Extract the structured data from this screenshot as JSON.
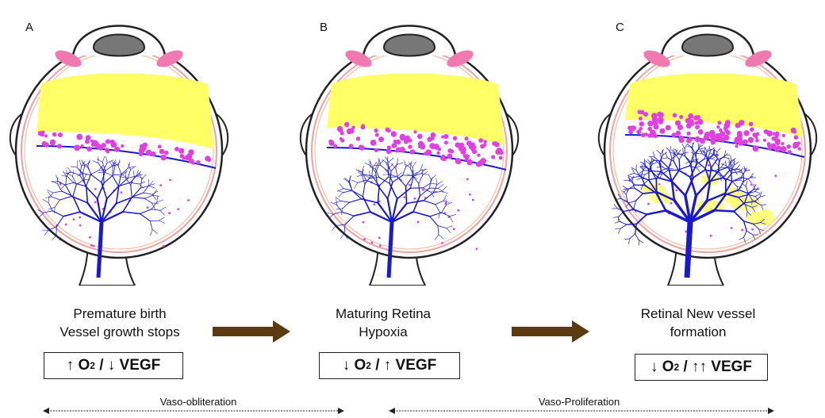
{
  "panels": [
    {
      "letter": "A",
      "caption_line1": "Premature birth",
      "caption_line2": "Vessel growth stops",
      "formula": {
        "o2_arrow": "↑",
        "o2": "O",
        "o2_sub": "2",
        "sep": " / ",
        "vegf_arrow": "↓",
        "vegf": " VEGF"
      }
    },
    {
      "letter": "B",
      "caption_line1": "Maturing Retina",
      "caption_line2": "Hypoxia",
      "formula": {
        "o2_arrow": "↓",
        "o2": "O",
        "o2_sub": "2",
        "sep": " / ",
        "vegf_arrow": "↑",
        "vegf": " VEGF"
      }
    },
    {
      "letter": "C",
      "caption_line1": "Retinal New vessel",
      "caption_line2": "formation",
      "formula": {
        "o2_arrow": "↓",
        "o2": "O",
        "o2_sub": "2",
        "sep": " / ",
        "vegf_arrow": "↑↑",
        "vegf": " VEGF"
      }
    }
  ],
  "phases": {
    "obliteration": "Vaso-obliteration",
    "proliferation": "Vaso-Proliferation"
  },
  "colors": {
    "vitreous": "#ffff66",
    "dots": "#e040e0",
    "vessels": "#1a1acc",
    "arrow": "#5a3a0e",
    "lens": "#777777",
    "ciliary": "#f07ab0",
    "sclera_line": "#f0a0a0"
  }
}
